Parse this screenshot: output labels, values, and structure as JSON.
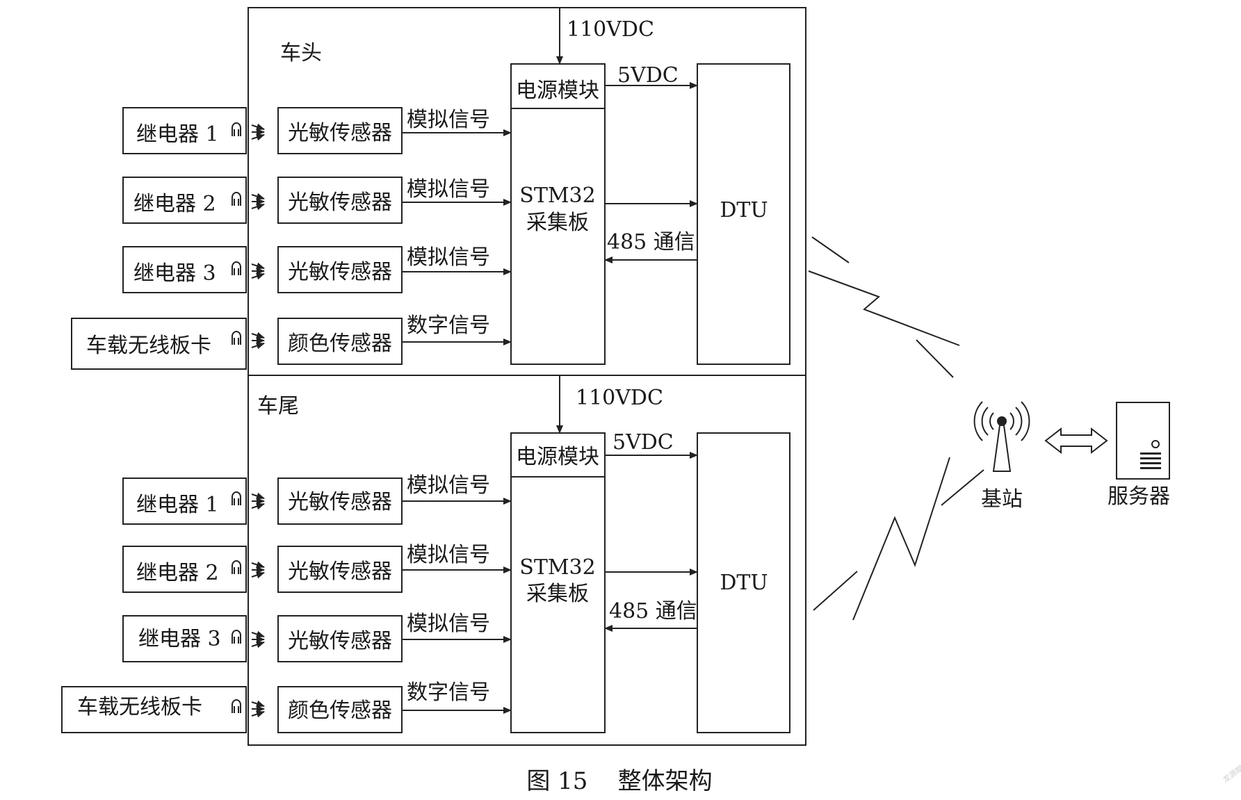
{
  "sections": [
    {
      "label": "车头",
      "power_in": "110VDC",
      "power_module": "电源模块",
      "power_out": "5VDC",
      "mcu_line1": "STM32",
      "mcu_line2": "采集板",
      "dtu": "DTU",
      "comm": "485 通信",
      "rows": [
        {
          "source": "继电器 1",
          "sensor": "光敏传感器",
          "signal": "模拟信号"
        },
        {
          "source": "继电器 2",
          "sensor": "光敏传感器",
          "signal": "模拟信号"
        },
        {
          "source": "继电器 3",
          "sensor": "光敏传感器",
          "signal": "模拟信号"
        },
        {
          "source": "车载无线板卡",
          "sensor": "颜色传感器",
          "signal": "数字信号"
        }
      ]
    },
    {
      "label": "车尾",
      "power_in": "110VDC",
      "power_module": "电源模块",
      "power_out": "5VDC",
      "mcu_line1": "STM32",
      "mcu_line2": "采集板",
      "dtu": "DTU",
      "comm": "485 通信",
      "rows": [
        {
          "source": "继电器 1",
          "sensor": "光敏传感器",
          "signal": "模拟信号"
        },
        {
          "source": "继电器 2",
          "sensor": "光敏传感器",
          "signal": "模拟信号"
        },
        {
          "source": "继电器 3",
          "sensor": "光敏传感器",
          "signal": "模拟信号"
        },
        {
          "source": "车载无线板卡",
          "sensor": "颜色传感器",
          "signal": "数字信号"
        }
      ]
    }
  ],
  "base_station": "基站",
  "server": "服务器",
  "caption": "图 15    整体架构",
  "watermark": "龙源期刊网"
}
